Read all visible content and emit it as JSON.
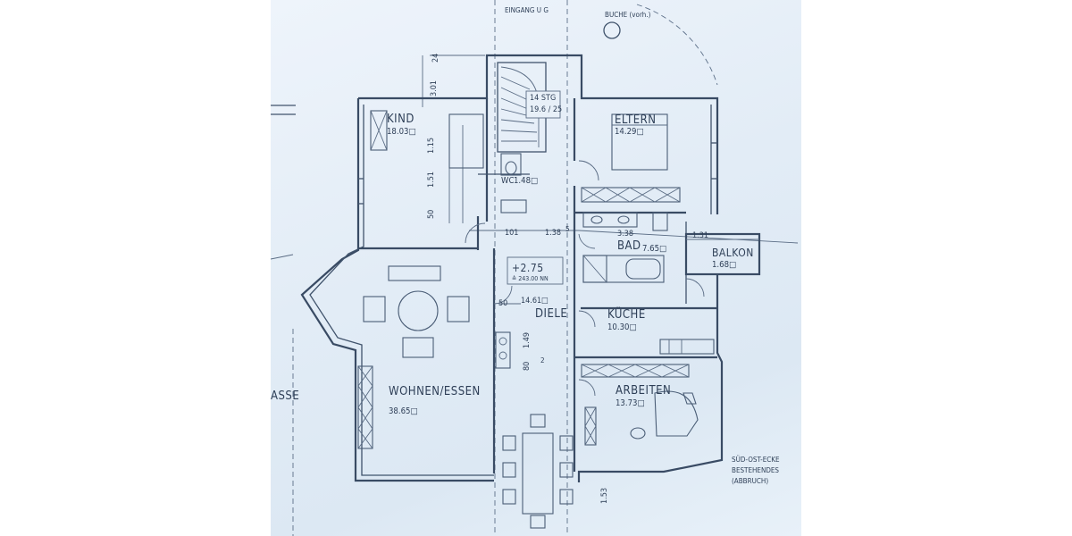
{
  "rooms": {
    "kind": {
      "name": "KIND",
      "area": "18.03□"
    },
    "eltern": {
      "name": "ELTERN",
      "area": "14.29□"
    },
    "wc": {
      "name": "WC",
      "area": "1.48□"
    },
    "bad": {
      "name": "BAD",
      "area": "7.65□"
    },
    "balkon": {
      "name": "BALKON",
      "area": "1.68□"
    },
    "diele": {
      "name": "DIELE",
      "area": "14.61□"
    },
    "kuche": {
      "name": "KÜCHE",
      "area": "10.30□"
    },
    "wohnen": {
      "name": "WOHNEN/ESSEN",
      "area": "38.65□"
    },
    "arbeiten": {
      "name": "ARBEITEN",
      "area": "13.73□"
    }
  },
  "stair": {
    "line1": "14 STG",
    "line2": "19.6 / 25"
  },
  "level": {
    "value": "+2.75",
    "note": "≙ 243.00 NN"
  },
  "labels": {
    "eingang": "EINGANG U G",
    "buche": "BUCHE (vorh.)",
    "terrasse": "ASSE",
    "sued_ost_1": "SÜD-OST-ECKE",
    "sued_ost_2": "BESTEHENDES",
    "sued_ost_3": "(ABBRUCH)"
  },
  "dimensions": {
    "d24": "24",
    "d301": "3.01",
    "d115": "1.15",
    "d151": "1.51",
    "d50": "50",
    "d101": "101",
    "d138": "1.38",
    "d5": "5",
    "d338": "3.38",
    "d131": "1.31",
    "d50b": "50",
    "d149": "1.49",
    "d80": "80",
    "d153": "1.53",
    "d2": "2"
  }
}
